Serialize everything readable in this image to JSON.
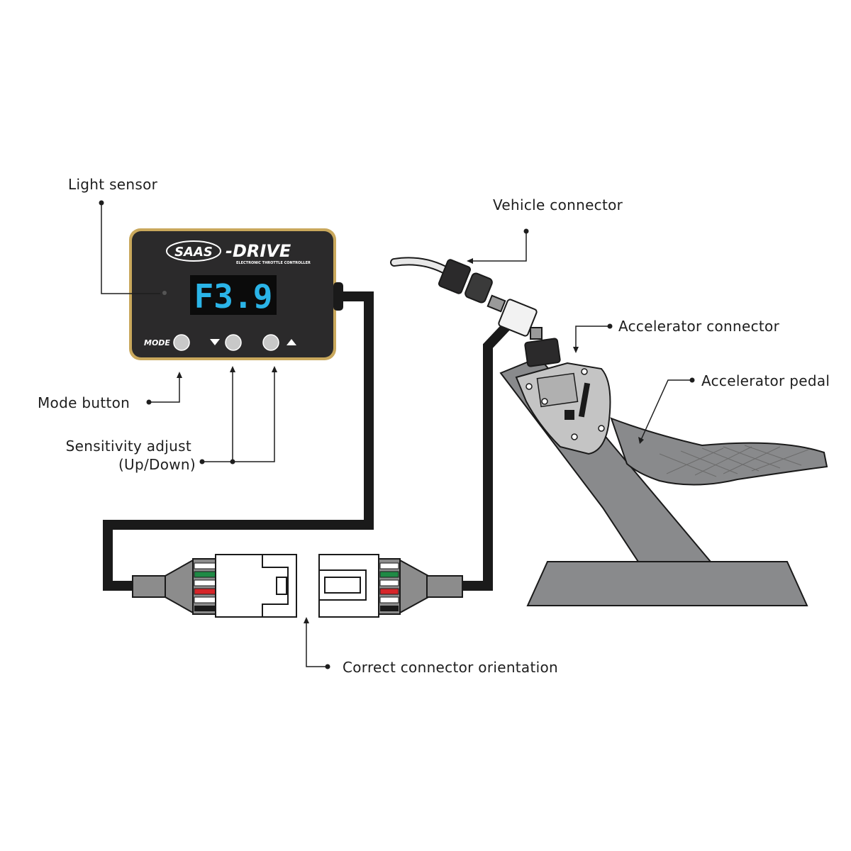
{
  "callouts": {
    "light_sensor": "Light sensor",
    "mode_button": "Mode button",
    "sensitivity_line1": "Sensitivity adjust",
    "sensitivity_line2": "(Up/Down)",
    "vehicle_connector": "Vehicle connector",
    "accelerator_connector": "Accelerator connector",
    "accelerator_pedal": "Accelerator pedal",
    "correct_orientation": "Correct connector orientation"
  },
  "device": {
    "brand_logo": "SAAS",
    "product_name": "-DRIVE",
    "tagline": "ELECTRONIC THROTTLE CONTROLLER",
    "display_value": "F3.9",
    "mode_label": "MODE",
    "down_symbol": "▼",
    "up_symbol": "▲"
  },
  "colors": {
    "device_body": "#2b2a2b",
    "device_frame": "#c9a85c",
    "display_text": "#2ab4e8",
    "cable": "#1a1a1a",
    "connector_grey": "#8c8c8c",
    "pedal_grey": "#8a8a8a",
    "wire_green": "#1f8a45",
    "wire_red": "#d6262a"
  }
}
